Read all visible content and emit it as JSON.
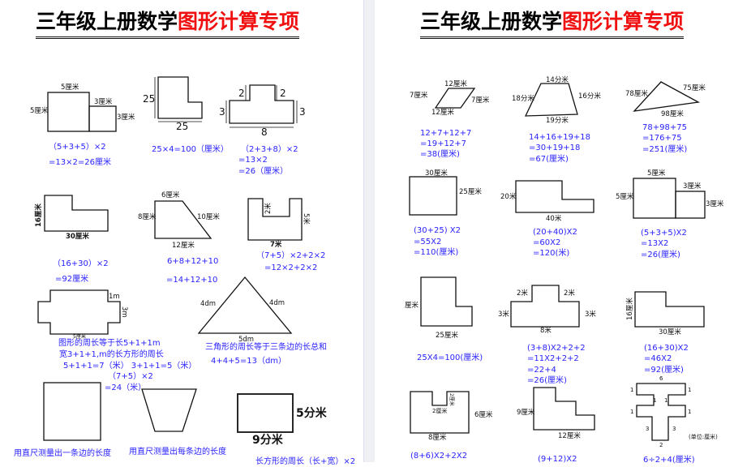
{
  "title": {
    "black": "三年级上册数学",
    "red": "图形计算专项"
  },
  "colors": {
    "title_red": "#f01010",
    "answer_blue": "#2a22ff",
    "text": "#111111"
  },
  "left": {
    "fig1": {
      "labels": [
        "5厘米",
        "5厘米",
        "3厘米",
        "3厘米"
      ],
      "formulas": [
        "（5+3+5）×2",
        "=13×2=26厘米"
      ]
    },
    "fig2": {
      "labels": [
        "25",
        "25"
      ],
      "formulas": [
        "25×4=100（厘米）"
      ]
    },
    "fig3": {
      "labels": [
        "2",
        "2",
        "3",
        "3",
        "8"
      ],
      "formulas": [
        "（2+3+8）×2",
        "=13×2",
        "=26（厘米）"
      ]
    },
    "fig4": {
      "labels": [
        "16厘米",
        "30厘米"
      ],
      "formulas": [
        "（16+30）×2",
        "=92厘米"
      ]
    },
    "fig5": {
      "labels": [
        "6厘米",
        "8厘米",
        "10厘米",
        "12厘米"
      ],
      "formulas": [
        "6+8+12+10",
        "=14+12+10"
      ]
    },
    "fig6": {
      "labels": [
        "2米",
        "5米",
        "7米"
      ],
      "formulas": [
        "（7+5）×2+2×2",
        "=12×2+2×2"
      ]
    },
    "fig7": {
      "labels": [
        "1m",
        "3m",
        "5厘米"
      ],
      "formulas": [
        "图形的周长等于长5+1+1m",
        "宽3+1+1,m的长方形的周长",
        "5+1+1=7（米）  3+1+1=5（米）",
        "（7+5）×2",
        "=24（米）"
      ]
    },
    "fig8": {
      "labels": [
        "4dm",
        "4dm",
        "5dm"
      ],
      "formulas": [
        "三角形的周长等于三条边的长总和",
        "4+4+5=13（dm）"
      ]
    },
    "fig9": {
      "formulas": [
        "用直尺测量出一条边的长度"
      ]
    },
    "fig10": {
      "formulas": [
        "用直尺测量出每条边的长度"
      ]
    },
    "fig11": {
      "labels": [
        "5分米",
        "9分米"
      ],
      "formulas": [
        "长方形的周长（长+宽）×2"
      ]
    }
  },
  "right": {
    "fig1": {
      "labels": [
        "12厘米",
        "7厘米",
        "7厘米",
        "12厘米"
      ],
      "formulas": [
        "12+7+12+7",
        "=19+12+7",
        "=38(厘米)"
      ]
    },
    "fig2": {
      "labels": [
        "14分米",
        "18分米",
        "16分米",
        "19分米"
      ],
      "formulas": [
        "14+16+19+18",
        "=30+19+18",
        "=67(厘米)"
      ]
    },
    "fig3": {
      "labels": [
        "78厘米",
        "75厘米",
        "98厘米"
      ],
      "formulas": [
        "78+98+75",
        "=176+75",
        "=251(厘米)"
      ]
    },
    "fig4": {
      "labels": [
        "30厘米",
        "25厘米"
      ],
      "formulas": [
        "(30+25) X2",
        "=55X2",
        "=110(厘米)"
      ]
    },
    "fig5": {
      "labels": [
        "20米",
        "40米"
      ],
      "formulas": [
        "(20+40)X2",
        "=60X2",
        "=120(米)"
      ]
    },
    "fig6": {
      "labels": [
        "5厘米",
        "3厘米",
        "5厘米",
        "3厘米"
      ],
      "formulas": [
        "(5+3+5)X2",
        "=13X2",
        "=26(厘米)"
      ]
    },
    "fig7": {
      "labels": [
        "厘米",
        "25厘米"
      ],
      "formulas": [
        "25X4=100(厘米)"
      ]
    },
    "fig8": {
      "labels": [
        "2米",
        "2米",
        "3米",
        "3米",
        "8米"
      ],
      "formulas": [
        "(3+8)X2+2+2",
        "=11X2+2+2",
        "=22+4",
        "=26(厘米)"
      ]
    },
    "fig9": {
      "labels": [
        "16厘米",
        "30厘米"
      ],
      "formulas": [
        "(16+30)X2",
        "=46X2",
        "=92(厘米)"
      ]
    },
    "fig10": {
      "labels": [
        "2厘米",
        "2厘米",
        "6厘米",
        "8厘米"
      ],
      "formulas": [
        "(8+6)X2+2X2"
      ]
    },
    "fig11": {
      "labels": [
        "9厘米",
        "12厘米"
      ],
      "formulas": [
        "(9+12)X2"
      ]
    },
    "fig12": {
      "labels": [
        "6",
        "1",
        "1",
        "1",
        "1",
        "1",
        "1",
        "3",
        "3",
        "2",
        "(单位:厘米)"
      ],
      "formulas": [
        "6÷2+4(厘米)"
      ]
    }
  }
}
